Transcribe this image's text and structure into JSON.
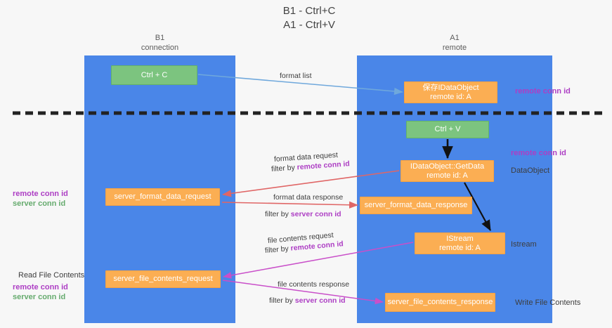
{
  "title": "B1 - Ctrl+C\nA1 - Ctrl+V",
  "lanes": [
    {
      "name": "B1",
      "sub": "connection",
      "color": "#4a86e8"
    },
    {
      "name": "A1",
      "sub": "remote",
      "color": "#4a86e8"
    }
  ],
  "nodes": {
    "ctrl_c": {
      "line1": "Ctrl + C",
      "line2": "",
      "color": "#7cc47f"
    },
    "save_idataobject": {
      "line1": "保存IDataObject",
      "line2": "remote id: A",
      "color": "#fbae53"
    },
    "ctrl_v": {
      "line1": "Ctrl + V",
      "line2": "",
      "color": "#7cc47f"
    },
    "getdata": {
      "line1": "IDataObject::GetData",
      "line2": "remote id: A",
      "color": "#fbae53"
    },
    "istream": {
      "line1": "IStream",
      "line2": "remote id: A",
      "color": "#fbae53"
    },
    "server_format_data_request": {
      "line1": "server_format_data_request",
      "line2": "",
      "color": "#fbae53"
    },
    "server_format_data_response": {
      "line1": "server_format_data_response",
      "line2": "",
      "color": "#fbae53"
    },
    "server_file_contents_request": {
      "line1": "server_file_contents_request",
      "line2": "",
      "color": "#fbae53"
    },
    "server_file_contents_response": {
      "line1": "server_file_contents_response",
      "line2": "",
      "color": "#fbae53"
    }
  },
  "edge_labels": {
    "format_list": "format list",
    "format_data_request": "format data request",
    "format_data_request_filter_prefix": "filter by ",
    "format_data_request_filter_key": "remote conn id",
    "format_data_response": "format data response",
    "format_data_response_filter_prefix": "filter by ",
    "format_data_response_filter_key": "server conn id",
    "file_contents_request": "file contents request",
    "file_contents_request_filter_prefix": "filter by ",
    "file_contents_request_filter_key": "remote conn id",
    "file_contents_response": "file contents response",
    "file_contents_response_filter_prefix": "filter by ",
    "file_contents_response_filter_key": "server conn id"
  },
  "annotations": {
    "right_remote_conn_id_top": "remote conn id",
    "right_remote_conn_id_mid": "remote conn id",
    "right_dataobject": "DataObject",
    "right_istream": "Istream",
    "right_write_file_contents": "Write File Contents",
    "left_remote_conn_id_top": "remote conn id",
    "left_server_conn_id_top": "server conn id",
    "left_read_file_contents": "Read File Contents",
    "left_remote_conn_id_bottom": "remote conn id",
    "left_server_conn_id_bottom": "server conn id"
  },
  "colors": {
    "lane": "#4a86e8",
    "green_node": "#7cc47f",
    "orange_node": "#fbae53",
    "purple_text": "#ad3ec4",
    "green_text": "#66ab6e",
    "blue_arrow": "#6fa8dc",
    "red_arrow": "#e06666",
    "magenta_arrow": "#c94fc9",
    "black_arrow": "#000000",
    "divider": "#222222"
  }
}
